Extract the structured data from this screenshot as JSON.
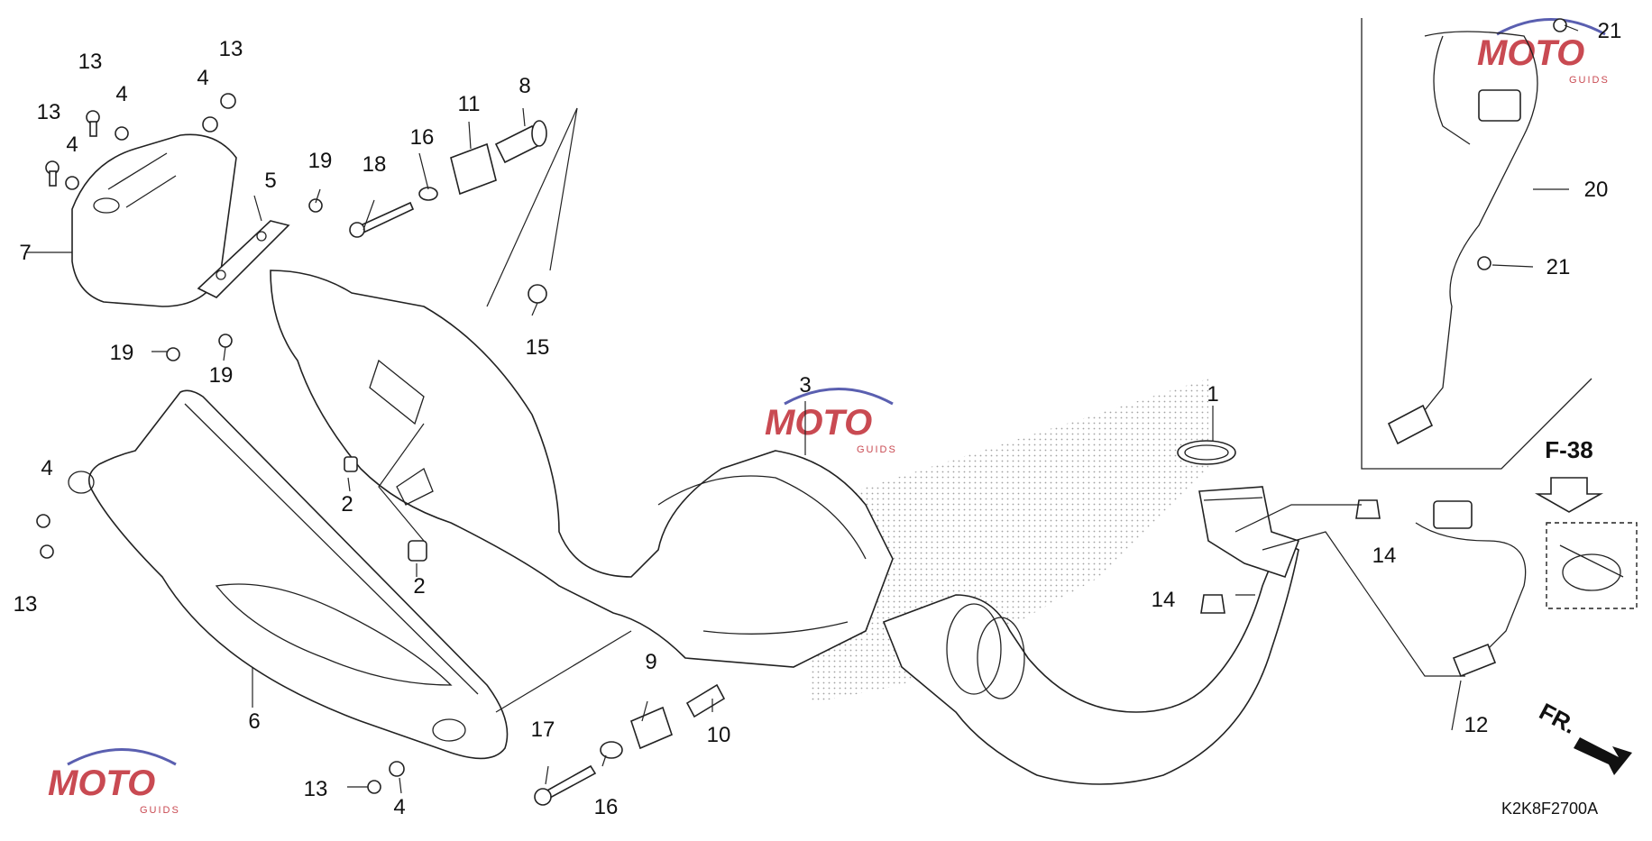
{
  "diagram": {
    "reference_code": "K2K8F2700A",
    "section_ref": "F-38",
    "front_marker": "FR.",
    "watermark": {
      "word": "MOTO",
      "sub": "GUIDS",
      "colors": [
        "#c94a52",
        "#5a5fb0"
      ]
    },
    "callouts": [
      {
        "id": "c1",
        "text": "1"
      },
      {
        "id": "c2a",
        "text": "2"
      },
      {
        "id": "c2b",
        "text": "2"
      },
      {
        "id": "c3",
        "text": "3"
      },
      {
        "id": "c4a",
        "text": "4"
      },
      {
        "id": "c4b",
        "text": "4"
      },
      {
        "id": "c4c",
        "text": "4"
      },
      {
        "id": "c4d",
        "text": "4"
      },
      {
        "id": "c4e",
        "text": "4"
      },
      {
        "id": "c5",
        "text": "5"
      },
      {
        "id": "c6",
        "text": "6"
      },
      {
        "id": "c7",
        "text": "7"
      },
      {
        "id": "c8",
        "text": "8"
      },
      {
        "id": "c9",
        "text": "9"
      },
      {
        "id": "c10",
        "text": "10"
      },
      {
        "id": "c11",
        "text": "11"
      },
      {
        "id": "c12",
        "text": "12"
      },
      {
        "id": "c13a",
        "text": "13"
      },
      {
        "id": "c13b",
        "text": "13"
      },
      {
        "id": "c13c",
        "text": "13"
      },
      {
        "id": "c13d",
        "text": "13"
      },
      {
        "id": "c13e",
        "text": "13"
      },
      {
        "id": "c14a",
        "text": "14"
      },
      {
        "id": "c14b",
        "text": "14"
      },
      {
        "id": "c15",
        "text": "15"
      },
      {
        "id": "c16a",
        "text": "16"
      },
      {
        "id": "c16b",
        "text": "16"
      },
      {
        "id": "c17",
        "text": "17"
      },
      {
        "id": "c18",
        "text": "18"
      },
      {
        "id": "c19a",
        "text": "19"
      },
      {
        "id": "c19b",
        "text": "19"
      },
      {
        "id": "c19c",
        "text": "19"
      },
      {
        "id": "c20",
        "text": "20"
      },
      {
        "id": "c21a",
        "text": "21"
      },
      {
        "id": "c21b",
        "text": "21"
      }
    ]
  }
}
